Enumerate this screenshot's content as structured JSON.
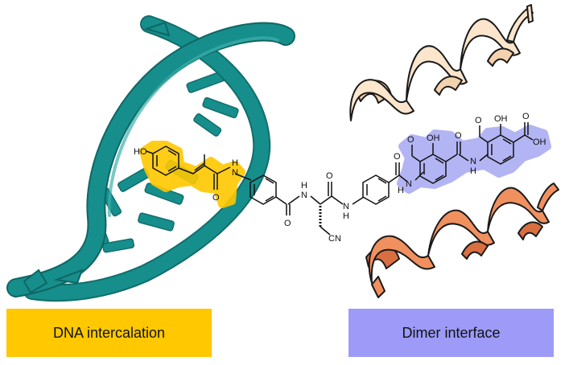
{
  "labels": {
    "dna": "DNA intercalation",
    "dimer": "Dimer interface"
  },
  "molecule": {
    "atoms": {
      "ho_left": "HO",
      "nh_1": "H",
      "nh_1b": "N",
      "o_1": "O",
      "o_2": "O",
      "nh_2": "H",
      "nh_2b": "N",
      "o_3": "O",
      "nh_3": "H",
      "nh_3b": "N",
      "cn": "CN",
      "o_4": "O",
      "nh_4": "H",
      "nh_4b": "N",
      "o_5": "O",
      "oh_1": "OH",
      "o_6": "O",
      "oh_2": "OH",
      "o_7": "O",
      "nh_5": "N",
      "nh_5b": "H",
      "o_8": "O",
      "oh_3": "OH"
    }
  },
  "colors": {
    "dna_box": "#FFC800",
    "dimer_box": "#9D9BF7",
    "dna_strand": "#168E8C",
    "helix_top": "#FBE5CC",
    "helix_bottom": "#F1905F",
    "highlight_yellow": "#FFC800",
    "highlight_blue": "#A6A8F2"
  }
}
